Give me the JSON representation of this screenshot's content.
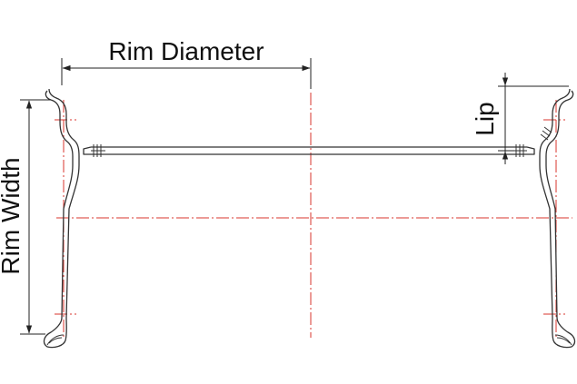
{
  "labels": {
    "rim_diameter": "Rim Diameter",
    "rim_width": "Rim Width",
    "lip": "Lip"
  },
  "colors": {
    "outline": "#333333",
    "centerline": "#d8342c",
    "dimension": "#222222",
    "background": "#ffffff"
  }
}
